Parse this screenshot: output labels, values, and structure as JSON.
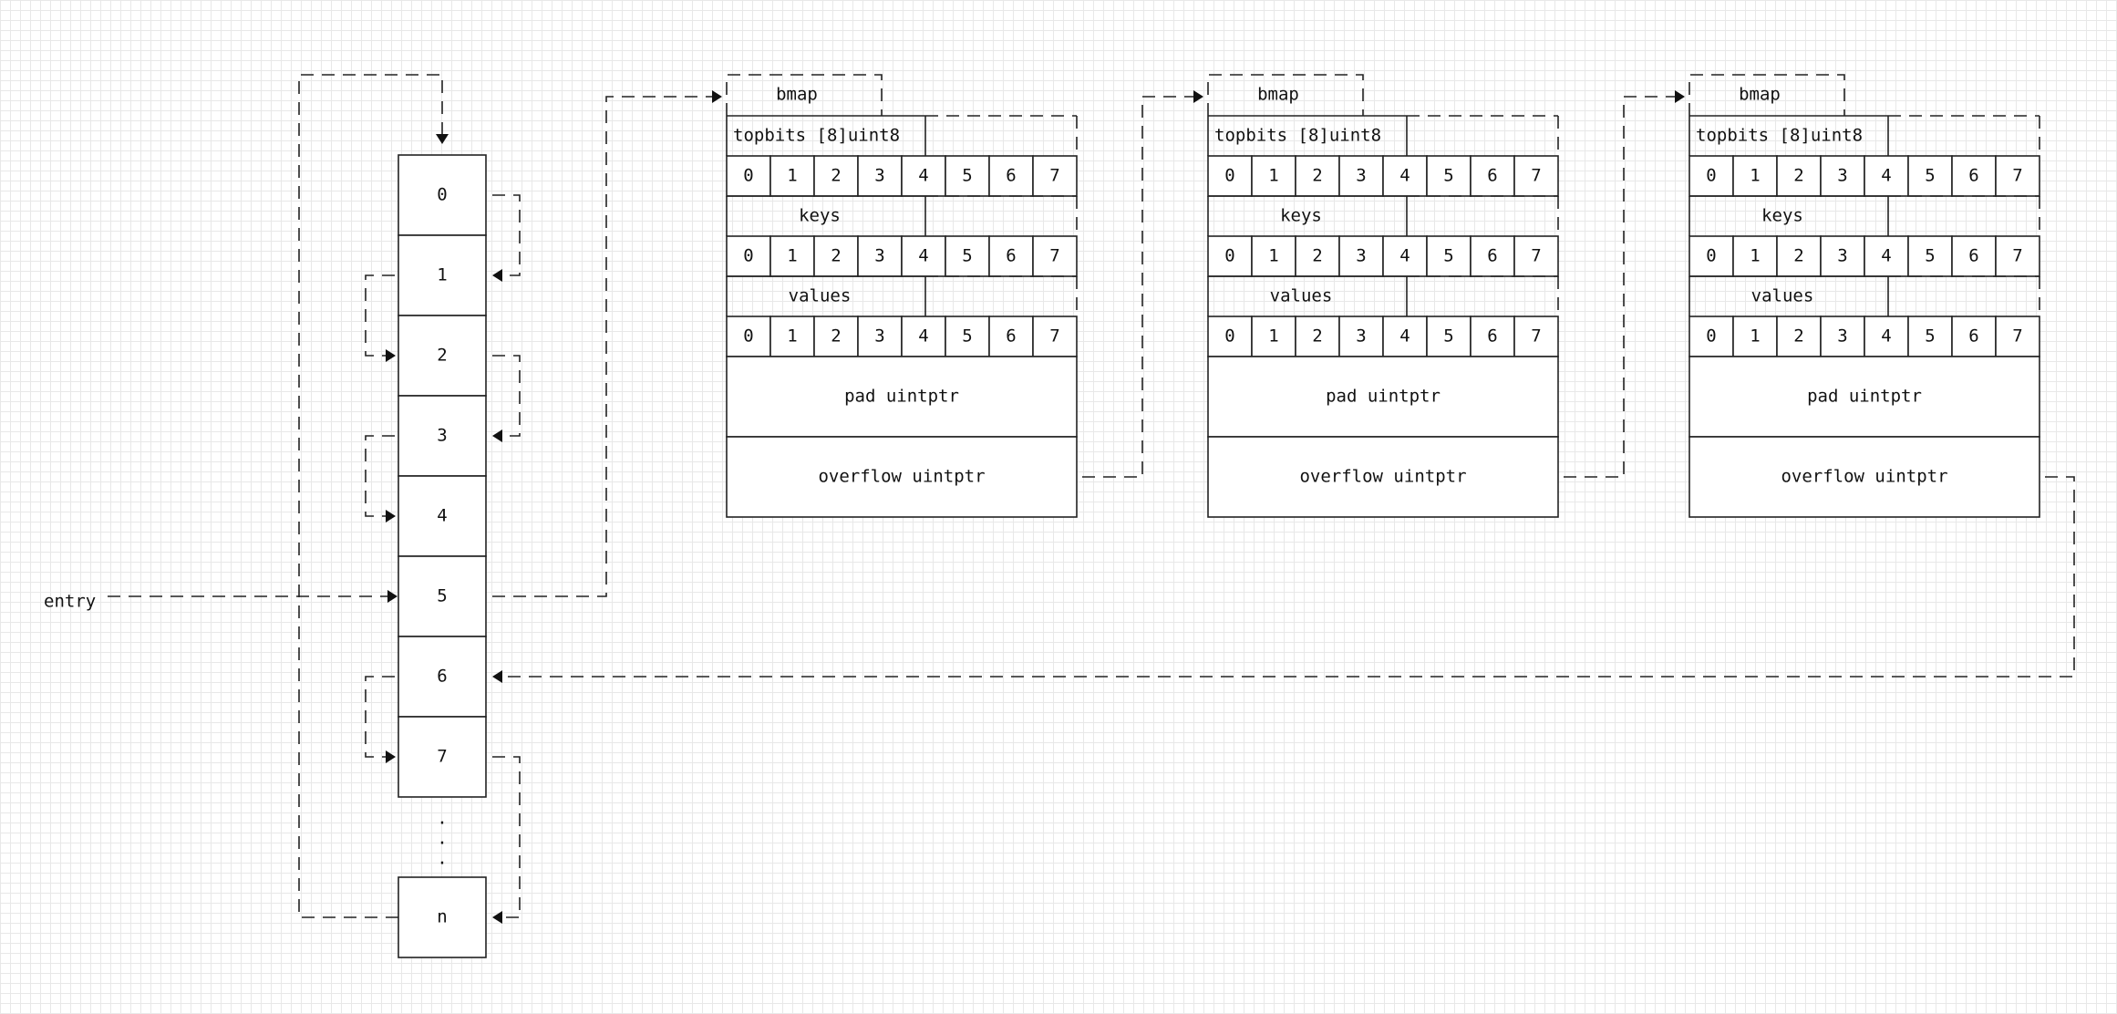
{
  "entry_label": "entry",
  "array": {
    "cells": [
      "0",
      "1",
      "2",
      "3",
      "4",
      "5",
      "6",
      "7"
    ],
    "ellipsis": ".",
    "last_cell": "n"
  },
  "buckets": [
    {
      "bmap": "bmap",
      "topbits": "topbits [8]uint8",
      "keys": "keys",
      "values": "values",
      "slots": [
        "0",
        "1",
        "2",
        "3",
        "4",
        "5",
        "6",
        "7"
      ],
      "pad": "pad uintptr",
      "overflow": "overflow uintptr"
    },
    {
      "bmap": "bmap",
      "topbits": "topbits [8]uint8",
      "keys": "keys",
      "values": "values",
      "slots": [
        "0",
        "1",
        "2",
        "3",
        "4",
        "5",
        "6",
        "7"
      ],
      "pad": "pad uintptr",
      "overflow": "overflow uintptr"
    },
    {
      "bmap": "bmap",
      "topbits": "topbits [8]uint8",
      "keys": "keys",
      "values": "values",
      "slots": [
        "0",
        "1",
        "2",
        "3",
        "4",
        "5",
        "6",
        "7"
      ],
      "pad": "pad uintptr",
      "overflow": "overflow uintptr"
    }
  ]
}
